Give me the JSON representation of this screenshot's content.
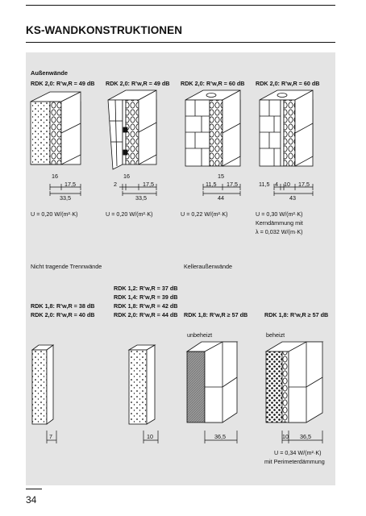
{
  "page": {
    "title": "KS-WANDKONSTRUKTIONEN",
    "page_number": "34"
  },
  "sections": {
    "aussen": "Außenwände",
    "trenn": "Nicht tragende Trennwände",
    "keller": "Kelleraußenwände"
  },
  "aussen": [
    {
      "rdk": "RDK 2,0: R’w,R = 49 dB",
      "dims_top": "16",
      "dims_mid": "17,5",
      "dims_total": "33,5",
      "dims_left": "",
      "u": "U = 0,20 W/(m²·K)"
    },
    {
      "rdk": "RDK 2,0: R’w,R = 49 dB",
      "dims_top": "16",
      "dims_mid": "17,5",
      "dims_total": "33,5",
      "dims_left": "2",
      "u": "U = 0,20 W/(m²·K)"
    },
    {
      "rdk": "RDK 2,0: R’w,R = 60 dB",
      "dims_top": "15",
      "dims_mid": "17,5",
      "dims_total": "44",
      "dims_left": "11,5",
      "u": "U = 0,22 W/(m²·K)"
    },
    {
      "rdk": "RDK 2,0: R’w,R = 60 dB",
      "dims_top": "",
      "dims_mid": "17,5",
      "dims_total": "43",
      "dims_left": "11,5",
      "dims_a": "4",
      "dims_b": "10",
      "u": "U = 0,30 W/(m²·K)",
      "note1": "Kerndämmung mit",
      "note2": "λ = 0,032 W/(m·K)"
    }
  ],
  "trenn": {
    "left_rdk1": "RDK 1,8: R’w,R = 38 dB",
    "left_rdk2": "RDK 2,0: R’w,R = 40 dB",
    "mid_rdk1": "RDK 1,2: R’w,R = 37 dB",
    "mid_rdk2": "RDK 1,4: R’w,R = 39 dB",
    "mid_rdk3": "RDK 1,8: R’w,R = 42 dB",
    "mid_rdk4": "RDK 2,0: R’w,R = 44 dB",
    "dim_left": "7",
    "dim_mid": "10"
  },
  "keller": {
    "rdk_a": "RDK 1,8: R’w,R ≥ 57 dB",
    "rdk_b": "RDK 1,8: R’w,R ≥ 57 dB",
    "label_a": "unbeheizt",
    "label_b": "beheizt",
    "dim_a": "36,5",
    "dim_b1": "10",
    "dim_b2": "36,5",
    "u": "U = 0,34 W/(m²·K)",
    "note": "mit Perimeterdämmung"
  }
}
